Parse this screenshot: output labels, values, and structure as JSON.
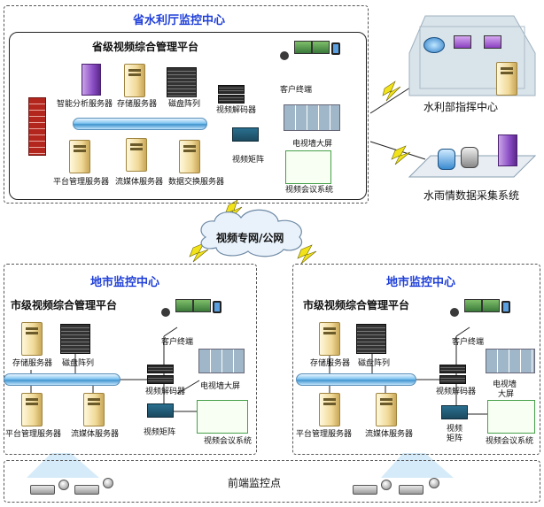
{
  "provincial": {
    "center_title": "省水利厅监控中心",
    "platform_title": "省级视频综合管理平台",
    "labels": {
      "intelligent_server": "智能分析服务器",
      "storage_server": "存储服务器",
      "disk_array": "磁盘阵列",
      "video_decoder": "视频解码器",
      "client_terminal": "客户终端",
      "tv_wall": "电视墙大屏",
      "video_matrix": "视频矩阵",
      "video_conference": "视频会议系统",
      "platform_server": "平台管理服务器",
      "streaming_server": "流媒体服务器",
      "data_exchange_server": "数据交换服务器"
    }
  },
  "external": {
    "ministry_center": "水利部指挥中心",
    "rain_collection": "水雨情数据采集系统"
  },
  "network": {
    "cloud_label": "视频专网/公网"
  },
  "city_left": {
    "center_title": "地市监控中心",
    "platform_title": "市级视频综合管理平台",
    "labels": {
      "storage_server": "存储服务器",
      "disk_array": "磁盘阵列",
      "client_terminal": "客户终端",
      "tv_wall": "电视墙大屏",
      "video_decoder": "视频解码器",
      "platform_server": "平台管理服务器",
      "streaming_server": "流媒体服务器",
      "video_matrix": "视频矩阵",
      "video_conference": "视频会议系统"
    }
  },
  "city_right": {
    "center_title": "地市监控中心",
    "platform_title": "市级视频综合管理平台",
    "labels": {
      "storage_server": "存储服务器",
      "disk_array": "磁盘阵列",
      "client_terminal": "客户终端",
      "tv_wall_line1": "电视墙",
      "tv_wall_line2": "大屏",
      "video_decoder": "视频解码器",
      "platform_server": "平台管理服务器",
      "streaming_server": "流媒体服务器",
      "video_matrix_line1": "视频",
      "video_matrix_line2": "矩阵",
      "video_conference": "视频会议系统"
    }
  },
  "frontend": {
    "label": "前端监控点"
  },
  "colors": {
    "title_blue": "#1f3fd8",
    "bus_blue": "#3f93cf",
    "lightning_yellow": "#f2e21a"
  }
}
